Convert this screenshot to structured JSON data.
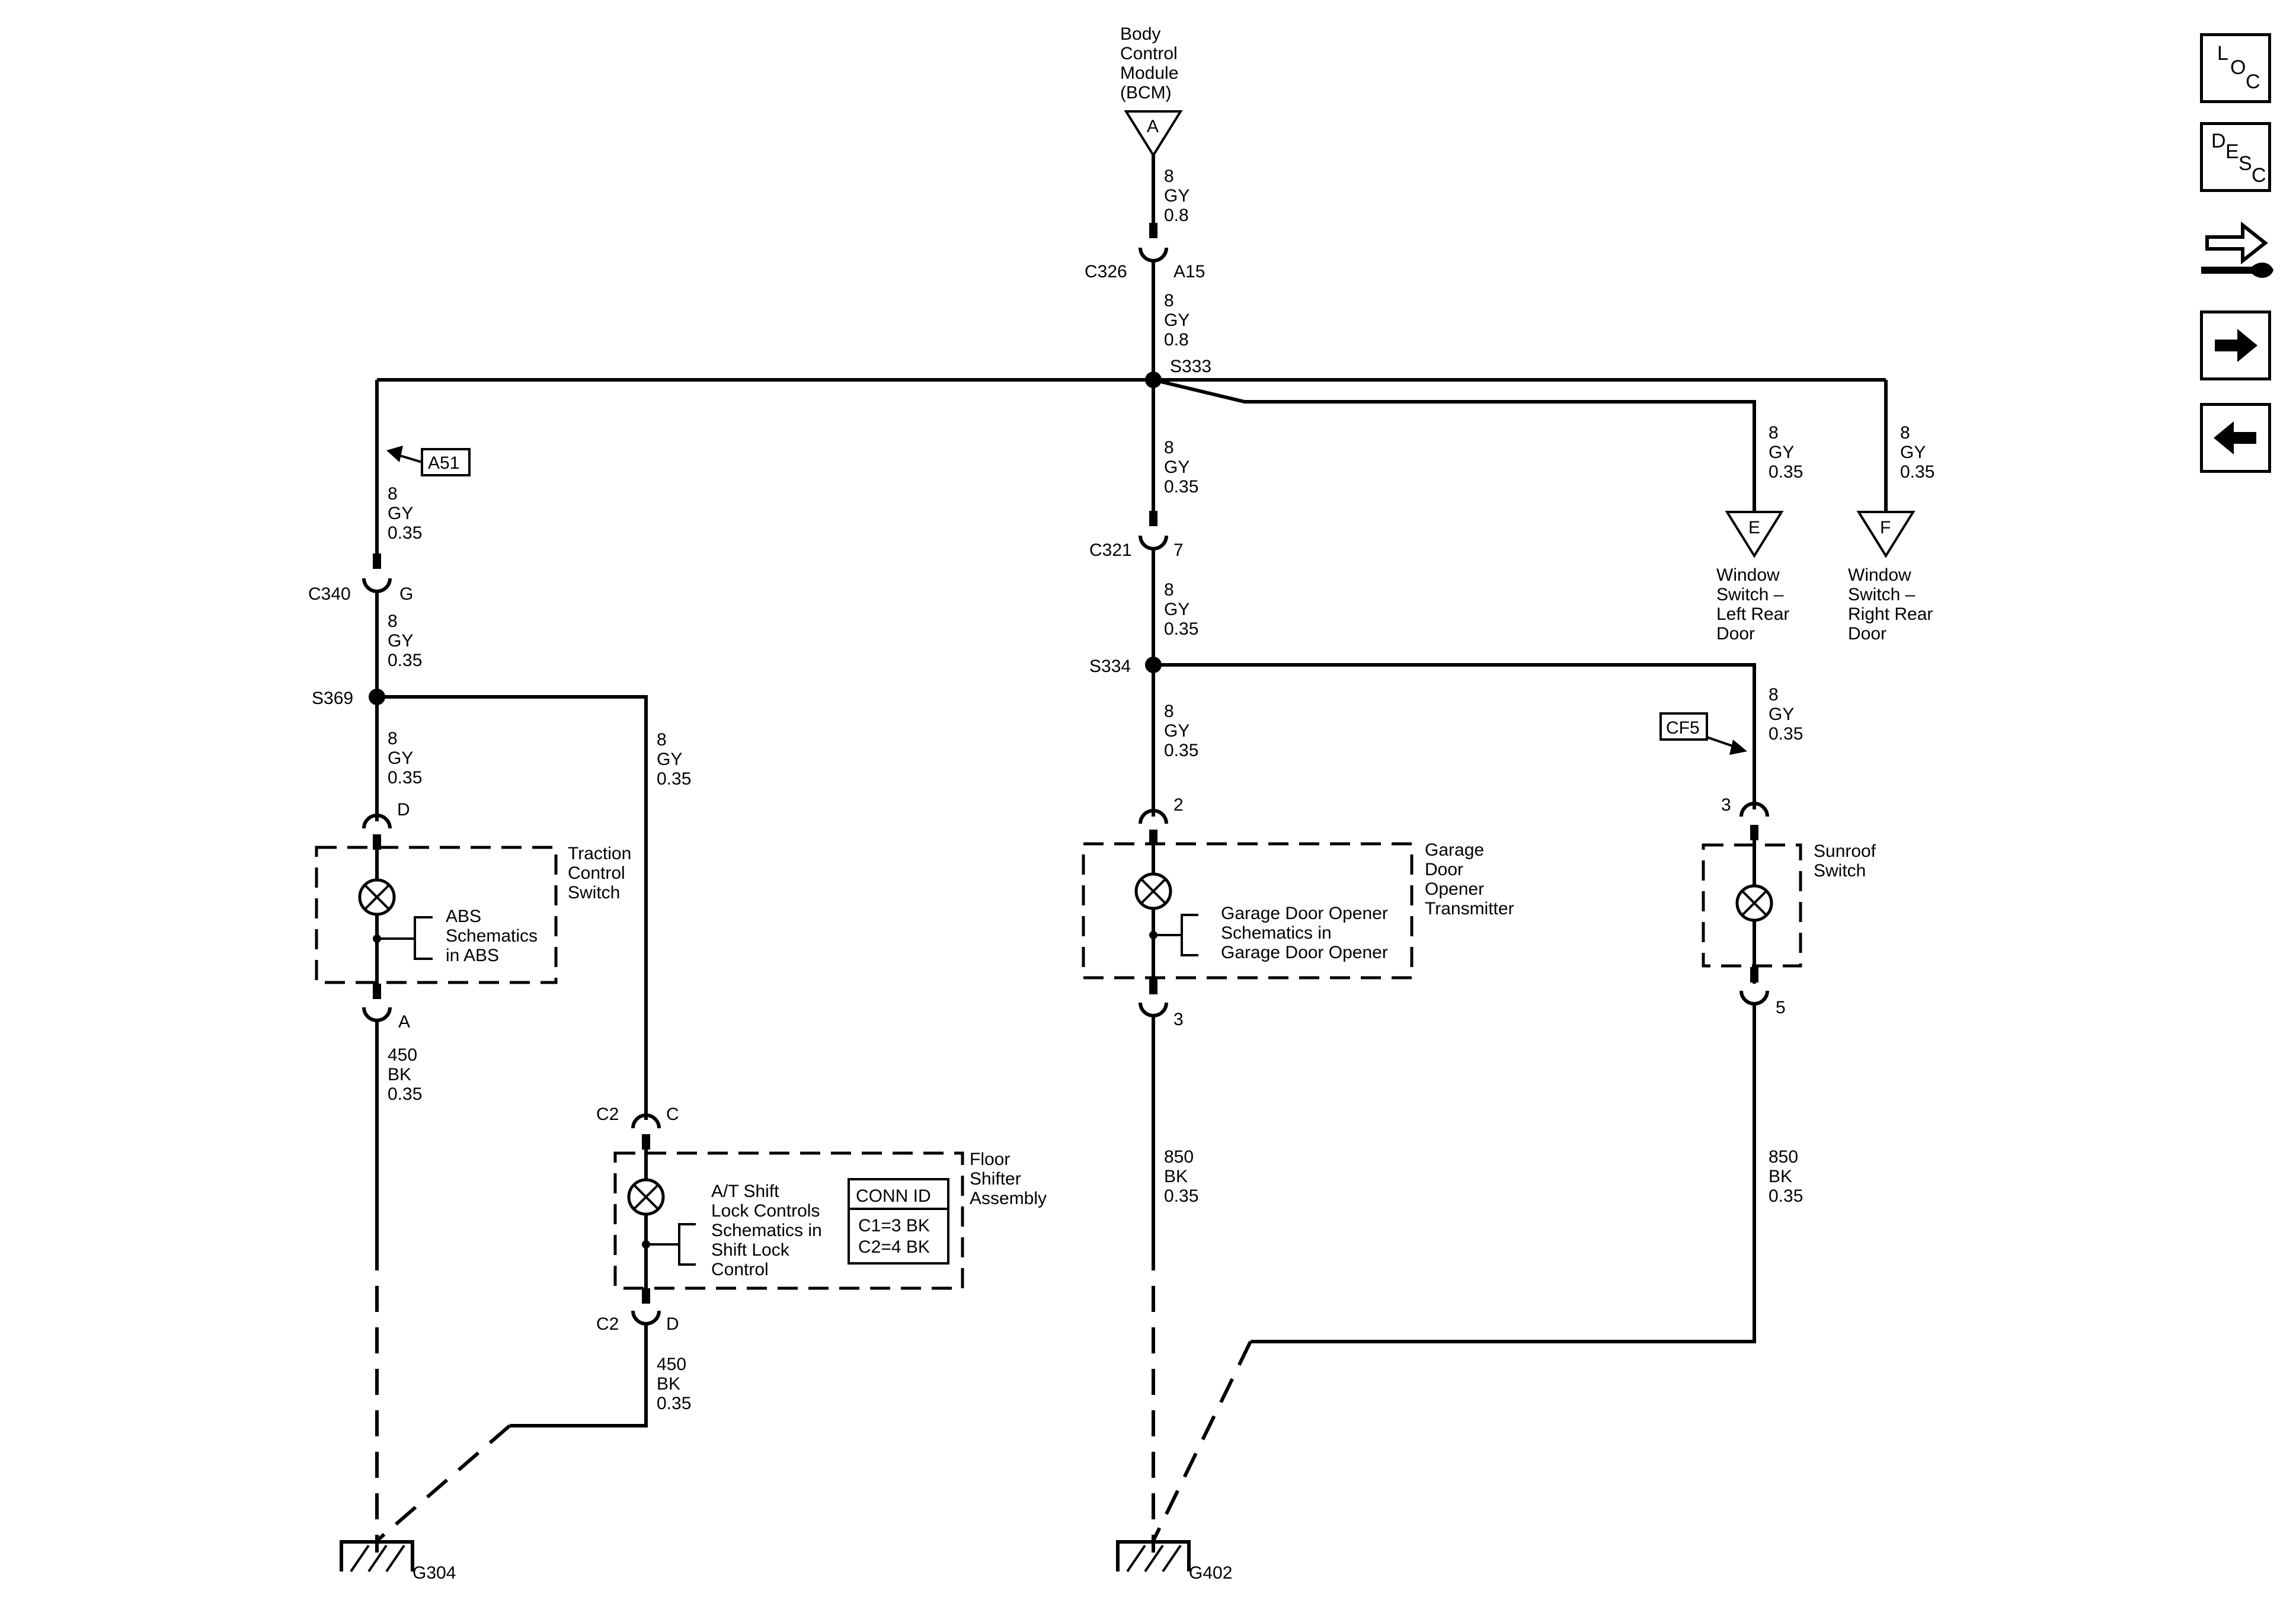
{
  "bcm": {
    "line1": "Body",
    "line2": "Control",
    "line3": "Module",
    "line4": "(BCM)",
    "pin": "A"
  },
  "wires": {
    "w1": [
      "8",
      "GY",
      "0.8"
    ],
    "w2": [
      "8",
      "GY",
      "0.8"
    ],
    "w3": [
      "8",
      "GY",
      "0.35"
    ],
    "w4": [
      "8",
      "GY",
      "0.35"
    ],
    "w5": [
      "8",
      "GY",
      "0.35"
    ],
    "w6": [
      "8",
      "GY",
      "0.35"
    ],
    "w7": [
      "8",
      "GY",
      "0.35"
    ],
    "w8": [
      "8",
      "GY",
      "0.35"
    ],
    "w9": [
      "8",
      "GY",
      "0.35"
    ],
    "w10": [
      "8",
      "GY",
      "0.35"
    ],
    "w11": [
      "450",
      "BK",
      "0.35"
    ],
    "w12": [
      "450",
      "BK",
      "0.35"
    ],
    "w13": [
      "850",
      "BK",
      "0.35"
    ],
    "w14": [
      "850",
      "BK",
      "0.35"
    ],
    "w15": [
      "8",
      "GY",
      "0.35"
    ],
    "w16": [
      "8",
      "GY",
      "0.35"
    ]
  },
  "connectors": {
    "c326": "C326",
    "c326_pin": "A15",
    "c321": "C321",
    "c321_pin": "7",
    "c340": "C340",
    "c340_pin": "G",
    "tcs_top_pin": "D",
    "tcs_bot_pin": "A",
    "c2_top": "C2",
    "c2_top_pin": "C",
    "c2_bot": "C2",
    "c2_bot_pin": "D",
    "gdo_top_pin": "2",
    "gdo_bot_pin": "3",
    "sun_top_pin": "3",
    "sun_bot_pin": "5"
  },
  "splices": {
    "s333": "S333",
    "s334": "S334",
    "s369": "S369"
  },
  "refs": {
    "a51": "A51",
    "cf5": "CF5"
  },
  "offpage": {
    "e": {
      "pin": "E",
      "lines": [
        "Window",
        "Switch –",
        "Left Rear",
        "Door"
      ]
    },
    "f": {
      "pin": "F",
      "lines": [
        "Window",
        "Switch –",
        "Right Rear",
        "Door"
      ]
    }
  },
  "components": {
    "tcs": {
      "lines": [
        "Traction",
        "Control",
        "Switch"
      ],
      "ref": [
        "ABS",
        "Schematics",
        "in ABS"
      ]
    },
    "fsa": {
      "lines": [
        "Floor",
        "Shifter",
        "Assembly"
      ],
      "ref": [
        "A/T Shift",
        "Lock Controls",
        "Schematics in",
        "Shift Lock",
        "Control"
      ],
      "conn_title": "CONN ID",
      "conn_rows": [
        "C1=3 BK",
        "C2=4 BK"
      ]
    },
    "gdo": {
      "lines": [
        "Garage",
        "Door",
        "Opener",
        "Transmitter"
      ],
      "ref": [
        "Garage Door Opener",
        "Schematics in",
        "Garage Door Opener"
      ]
    },
    "sun": {
      "lines": [
        "Sunroof",
        "Switch"
      ]
    }
  },
  "grounds": {
    "g304": "G304",
    "g402": "G402"
  },
  "nav": {
    "loc": [
      "L",
      "O",
      "C"
    ],
    "desc": [
      "D",
      "E",
      "S",
      "C"
    ]
  }
}
